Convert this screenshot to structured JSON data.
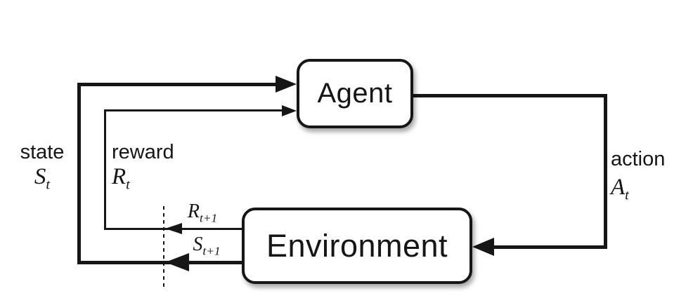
{
  "boxes": {
    "agent": {
      "label": "Agent"
    },
    "environment": {
      "label": "Environment"
    }
  },
  "labels": {
    "state": {
      "word": "state",
      "base": "S",
      "sub": "t"
    },
    "reward": {
      "word": "reward",
      "base": "R",
      "sub": "t"
    },
    "action": {
      "word": "action",
      "base": "A",
      "sub": "t"
    },
    "next_reward": {
      "base": "R",
      "sub": "t+1"
    },
    "next_state": {
      "base": "S",
      "sub": "t+1"
    }
  },
  "colors": {
    "ink": "#161616",
    "background": "#ffffff",
    "box_fill": "#ffffff"
  }
}
